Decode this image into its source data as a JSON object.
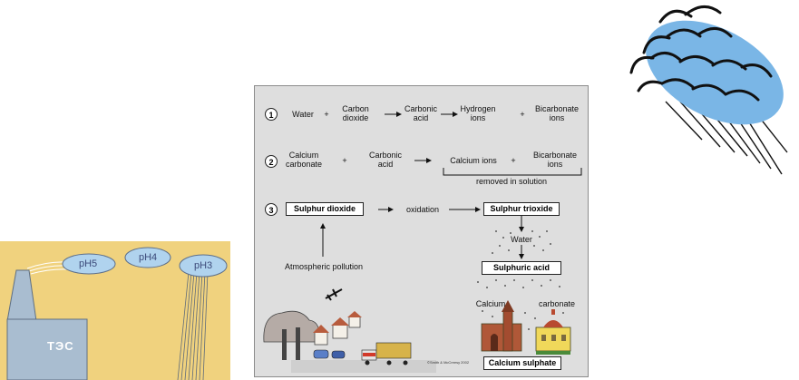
{
  "factory": {
    "label": "ТЭС",
    "clouds": [
      "pH5",
      "pH4",
      "pH3"
    ]
  },
  "acid_rain": {
    "reactions": {
      "r1": {
        "number": "1",
        "water": "Water",
        "plus1": "+",
        "carbon_dioxide": "Carbon dioxide",
        "carbonic_acid": "Carbonic acid",
        "hydrogen_ions": "Hydrogen ions",
        "plus2": "+",
        "bicarbonate_ions": "Bicarbonate ions"
      },
      "r2": {
        "number": "2",
        "calcium_carbonate": "Calcium carbonate",
        "plus1": "+",
        "carbonic_acid": "Carbonic acid",
        "calcium_ions": "Calcium ions",
        "plus2": "+",
        "bicarbonate_ions": "Bicarbonate ions",
        "removed": "removed in solution"
      },
      "r3": {
        "number": "3",
        "sulphur_dioxide": "Sulphur dioxide",
        "oxidation": "oxidation",
        "sulphur_trioxide": "Sulphur trioxide",
        "water": "Water",
        "atmospheric_pollution": "Atmospheric pollution",
        "sulphuric_acid": "Sulphuric acid",
        "calcium": "Calcium",
        "carbonate": "carbonate",
        "calcium_sulphate": "Calcium sulphate"
      }
    },
    "copyright": "©Smith & McCreesy 2002"
  },
  "colors": {
    "factory_bg": "#f0d27e",
    "factory_building": "#a9bdd0",
    "cloud_fill": "#b0d3ee",
    "rain_cloud_fill": "#7ab6e6",
    "panel_bg": "#dedede"
  }
}
